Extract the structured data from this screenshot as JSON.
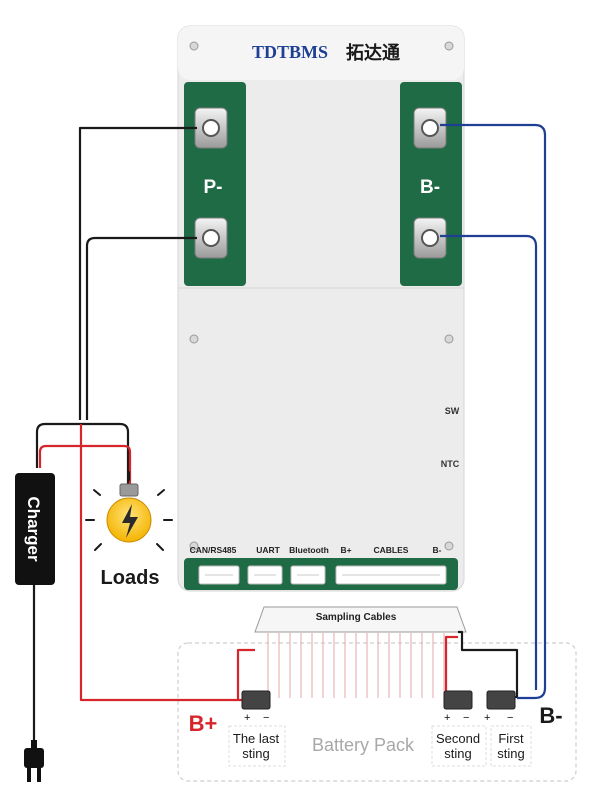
{
  "bms": {
    "brand_latin": "TDTBMS",
    "brand_cjk": "拓达通",
    "terminal_p_label": "P-",
    "terminal_b_label": "B-",
    "side_labels": {
      "sw": "SW",
      "ntc": "NTC"
    },
    "ports": [
      "CAN/RS485",
      "UART",
      "Bluetooth",
      "B+",
      "CABLES",
      "B-"
    ]
  },
  "charger": {
    "label": "Charger"
  },
  "loads": {
    "label": "Loads"
  },
  "sampling": {
    "label": "Sampling  Cables"
  },
  "pack": {
    "label": "Battery Pack",
    "b_plus_label": "B+",
    "b_minus_label": "B-",
    "cells": [
      {
        "name_line1": "The last",
        "name_line2": "sting",
        "plus": "+",
        "minus": "−"
      },
      {
        "name_line1": "Second",
        "name_line2": "sting",
        "plus": "+",
        "minus": "−"
      },
      {
        "name_line1": "First",
        "name_line2": "sting",
        "plus": "+",
        "minus": "−"
      }
    ]
  },
  "colors": {
    "pcb_green": "#1f6b45",
    "board_grey": "#ececec",
    "wire_black": "#1a1a1a",
    "wire_red": "#d6262b",
    "wire_blue": "#1f3f94",
    "brand_blue": "#1f3f94"
  },
  "icons": [
    "plug-icon",
    "lightbulb-icon",
    "lightning-icon",
    "bolt-terminal-icon",
    "screw-icon"
  ]
}
